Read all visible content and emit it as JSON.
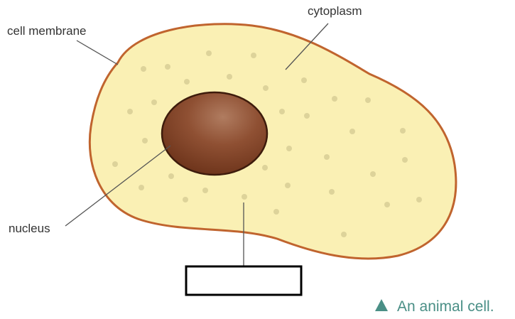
{
  "labels": {
    "cell_membrane": "cell membrane",
    "cytoplasm": "cytoplasm",
    "nucleus": "nucleus",
    "blank_answer": ""
  },
  "caption": {
    "marker_icon": "triangle-up-icon",
    "text": "An animal cell."
  },
  "colors": {
    "cytoplasm_fill": "#faf0b4",
    "membrane_stroke": "#c0642e",
    "nucleus_fill": "#8a4a2c",
    "nucleus_stroke": "#3e1c0c",
    "granule": "#ddd39a",
    "caption": "#4a8f86"
  }
}
